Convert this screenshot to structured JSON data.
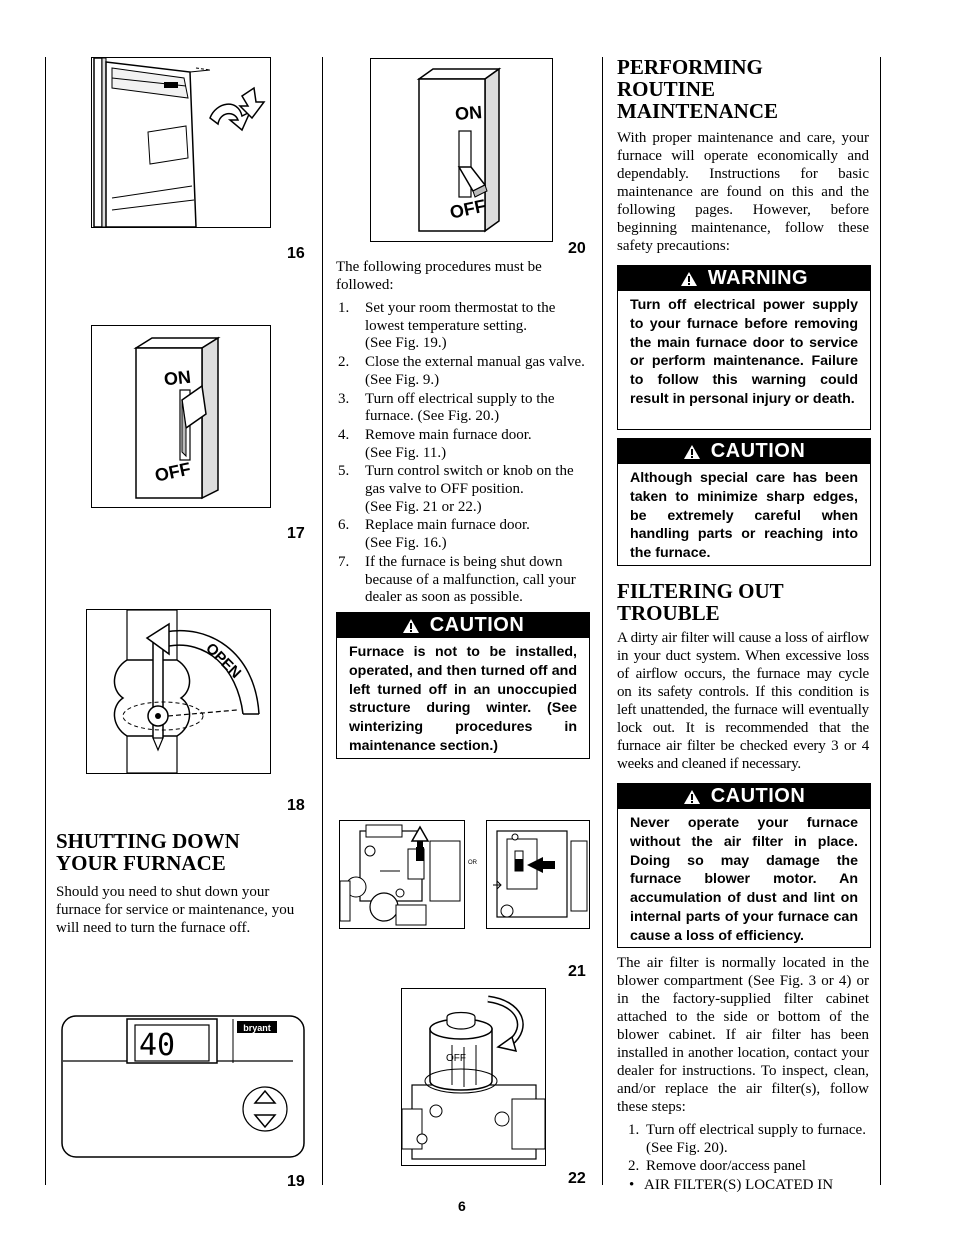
{
  "figures": {
    "fig16": "16",
    "fig17": "17",
    "fig18": "18",
    "fig19": "19",
    "fig20": "20",
    "fig21": "21",
    "fig22": "22"
  },
  "switch_labels": {
    "on": "ON",
    "off": "OFF"
  },
  "valve_label": "OPEN",
  "thermostat": {
    "display": "40",
    "brand": "bryant"
  },
  "gas_valve_labels": {
    "or": "OR",
    "off": "OFF"
  },
  "shutdown": {
    "heading_line1": "SHUTTING DOWN",
    "heading_line2": "YOUR FURNACE",
    "intro": "Should you need to shut down your furnace for service or maintenance, you will need to turn the furnace off."
  },
  "procedures": {
    "intro": "The following procedures must be followed:",
    "steps": [
      {
        "num": "1.",
        "text": "Set your room thermostat to the lowest temperature setting.",
        "ref": "(See Fig. 19.)"
      },
      {
        "num": "2.",
        "text": "Close the external manual gas valve. (See Fig. 9.)",
        "ref": ""
      },
      {
        "num": "3.",
        "text": "Turn off electrical supply to the furnace. (See Fig. 20.)",
        "ref": ""
      },
      {
        "num": "4.",
        "text": "Remove main furnace door.",
        "ref": "(See Fig. 11.)"
      },
      {
        "num": "5.",
        "text": "Turn control switch or knob on the gas valve to OFF position.",
        "ref": "(See Fig. 21 or 22.)"
      },
      {
        "num": "6.",
        "text": "Replace main furnace door.",
        "ref": "(See Fig. 16.)"
      },
      {
        "num": "7.",
        "text": "If the furnace is being shut down because of a malfunction, call your dealer as soon as possible.",
        "ref": ""
      }
    ]
  },
  "caution_winter": {
    "title": "CAUTION",
    "text": "Furnace is not to be installed, operated, and then turned off and left turned off in an unoccupied structure during winter. (See winterizing procedures in maintenance section.)"
  },
  "maintenance": {
    "heading_line1": "PERFORMING",
    "heading_line2": "ROUTINE",
    "heading_line3": "MAINTENANCE",
    "intro": "With proper maintenance and care, your furnace will operate economically and dependably. Instructions for basic maintenance are found on this and the following pages. However, before beginning maintenance, follow these safety precautions:"
  },
  "warning_power": {
    "title": "WARNING",
    "text": "Turn off electrical power supply to your furnace before removing the main furnace door to service or perform maintenance. Failure to follow this warning could result in personal injury or death."
  },
  "caution_edges": {
    "title": "CAUTION",
    "text": "Although special care has been taken to minimize sharp edges, be extremely careful when handling parts or reaching into the furnace."
  },
  "filtering": {
    "heading_line1": "FILTERING OUT",
    "heading_line2": "TROUBLE",
    "intro": "A dirty air filter will cause a loss of airflow in your duct system. When excessive loss of airflow occurs, the furnace may cycle on its safety controls. If this condition is left unattended, the furnace will eventually lock out. It is recommended that the furnace air filter be checked every 3 or 4 weeks and cleaned if necessary."
  },
  "caution_filter": {
    "title": "CAUTION",
    "text": "Never operate your furnace without the air filter in place. Doing so may damage the furnace blower motor. An accumulation of dust and lint on internal parts of your furnace can cause a loss of efficiency."
  },
  "filter_location": {
    "text": "The air filter is normally located in the blower compartment (See Fig. 3 or 4) or in the factory-supplied filter cabinet attached to the side or bottom of the blower cabinet. If air filter has been installed in another location, contact your dealer for instructions. To inspect, clean, and/or replace the air filter(s), follow these steps:",
    "steps": [
      {
        "num": "1.",
        "text": "Turn off electrical supply to furnace. (See Fig. 20).",
        "ref": ""
      },
      {
        "num": "2.",
        "text": "Remove door/access panel",
        "ref": ""
      }
    ],
    "bullet": "AIR FILTER(S) LOCATED IN"
  },
  "page_number": "6"
}
